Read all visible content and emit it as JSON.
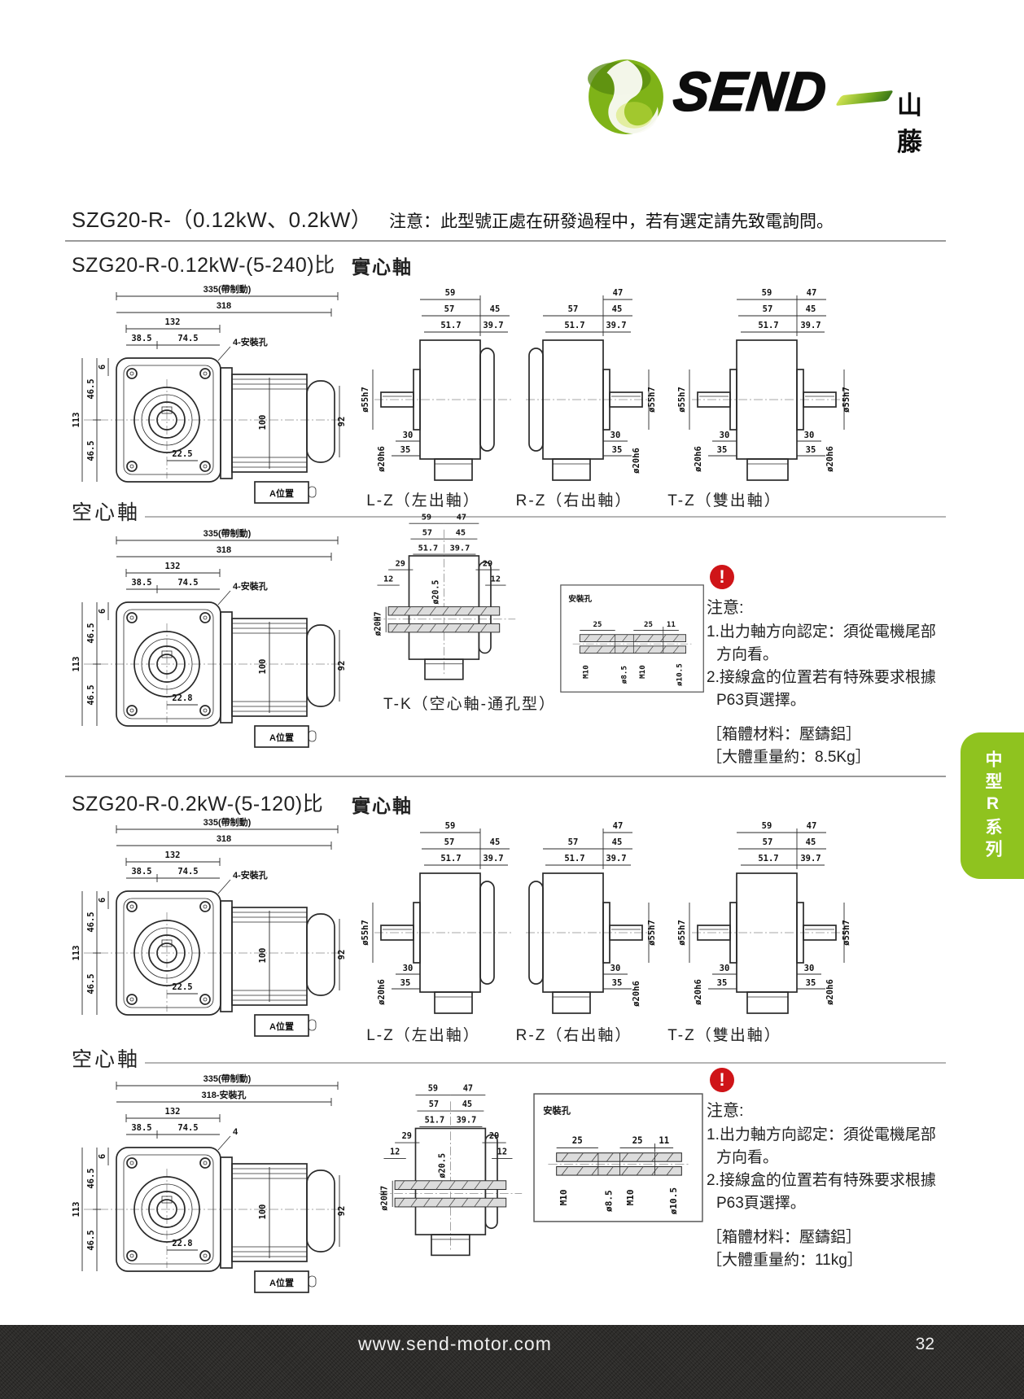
{
  "logo": {
    "brand": "SEND",
    "cjk": "山藤"
  },
  "header": {
    "model": "SZG20-R-（0.12kW、0.2kW）",
    "dev_note": "注意：此型號正處在研發過程中，若有選定請先致電詢問。"
  },
  "labels": {
    "solid_shaft": "實心軸",
    "hollow_shaft": "空心軸",
    "lz": "L-Z（左出軸）",
    "rz": "R-Z（右出軸）",
    "tz": "T-Z（雙出軸）",
    "tk": "T-K（空心軸-通孔型）",
    "mount": "安裝孔",
    "apos": "A位置"
  },
  "sections": [
    {
      "title": "SZG20-R-0.12kW-(5-240)比",
      "weight": "［大體重量約：8.5Kg］"
    },
    {
      "title": "SZG20-R-0.2kW-(5-120)比",
      "weight": "［大體重量約：11kg］"
    }
  ],
  "side1": {
    "total": "335(帶制動)",
    "overall": "318",
    "gear": "132",
    "d1": "38.5",
    "d2": "74.5",
    "holes": "4-安裝孔",
    "height": "113",
    "h1": "46.5",
    "h2": "46.5",
    "h3": "6",
    "off": "22.5",
    "m1": "100",
    "m2": "92"
  },
  "side2": {
    "total": "335(帶制動)",
    "overall": "318",
    "gear": "132",
    "d1": "38.5",
    "d2": "74.5",
    "holes": "4-安裝孔",
    "height": "113",
    "h1": "46.5",
    "h2": "46.5",
    "h3": "6",
    "off": "22.8",
    "m1": "100",
    "m2": "92"
  },
  "side3": {
    "total": "335(帶制動)",
    "overall": "318",
    "gear": "132",
    "d1": "38.5",
    "d2": "74.5",
    "holes": "4-安裝孔",
    "height": "113",
    "h1": "46.5",
    "h2": "46.5",
    "h3": "6",
    "off": "22.5",
    "m1": "100",
    "m2": "92"
  },
  "side4": {
    "total": "335(帶制動)",
    "overall": "318-安裝孔",
    "gear": "132",
    "d1": "38.5",
    "d2": "74.5",
    "holes": "4",
    "height": "113",
    "h1": "46.5",
    "h2": "46.5",
    "h3": "6",
    "off": "22.8",
    "m1": "100",
    "m2": "92"
  },
  "out": {
    "w1": "59",
    "w2": "57",
    "w3": "51.7",
    "w4": "45",
    "w5": "39.7",
    "w6": "47",
    "s1": "ø55h7",
    "s2": "ø20h6",
    "l1": "30",
    "l2": "35"
  },
  "tk": {
    "w1": "59",
    "w2": "57",
    "w3": "51.7",
    "w4": "45",
    "w5": "39.7",
    "w6": "47",
    "e1": "29",
    "e2": "29",
    "f1": "12",
    "f2": "12",
    "bore": "ø20.5",
    "hub": "ø20H7"
  },
  "mount": {
    "p1": "25",
    "p2": "25",
    "p3": "11",
    "b1": "M10",
    "b2": "ø8.5",
    "b3": "M10",
    "b4": "ø10.5"
  },
  "notes": {
    "heading": "注意:",
    "l1": "1.出力軸方向認定：須從電機尾部",
    "l2": "方向看。",
    "l3": "2.接線盒的位置若有特殊要求根據",
    "l4": "P63頁選擇。",
    "material": "［箱體材料：壓鑄鋁］"
  },
  "footer": {
    "url": "www.send-motor.com",
    "page": "32"
  },
  "tab": {
    "label": "中型R系列"
  }
}
